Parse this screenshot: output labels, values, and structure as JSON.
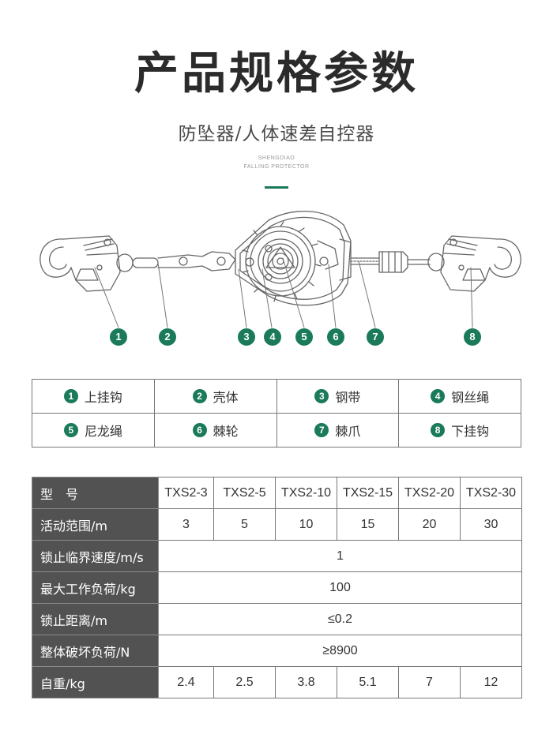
{
  "header": {
    "title": "产品规格参数",
    "subtitle": "防坠器/人体速差自控器",
    "english_line1": "SHENGDIAO",
    "english_line2": "FALLING PROTECTOR",
    "accent_color": "#1a7a5a"
  },
  "diagram": {
    "callouts": [
      "1",
      "2",
      "3",
      "4",
      "5",
      "6",
      "7",
      "8"
    ],
    "callout_color": "#1a7a5a"
  },
  "parts": [
    {
      "num": "1",
      "label": "上挂钩"
    },
    {
      "num": "2",
      "label": "壳体"
    },
    {
      "num": "3",
      "label": "钢带"
    },
    {
      "num": "4",
      "label": "钢丝绳"
    },
    {
      "num": "5",
      "label": "尼龙绳"
    },
    {
      "num": "6",
      "label": "棘轮"
    },
    {
      "num": "7",
      "label": "棘爪"
    },
    {
      "num": "8",
      "label": "下挂钩"
    }
  ],
  "spec_table": {
    "header_bg": "#525252",
    "model_label": "型　号",
    "models": [
      "TXS2-3",
      "TXS2-5",
      "TXS2-10",
      "TXS2-15",
      "TXS2-20",
      "TXS2-30"
    ],
    "range_label": "活动范围/m",
    "range_values": [
      "3",
      "5",
      "10",
      "15",
      "20",
      "30"
    ],
    "lock_speed_label": "锁止临界速度/m/s",
    "lock_speed_value": "1",
    "max_load_label": "最大工作负荷/kg",
    "max_load_value": "100",
    "lock_distance_label": "锁止距离/m",
    "lock_distance_value": "≤0.2",
    "break_load_label": "整体破坏负荷/N",
    "break_load_value": "≥8900",
    "weight_label": "自重/kg",
    "weight_values": [
      "2.4",
      "2.5",
      "3.8",
      "5.1",
      "7",
      "12"
    ]
  }
}
